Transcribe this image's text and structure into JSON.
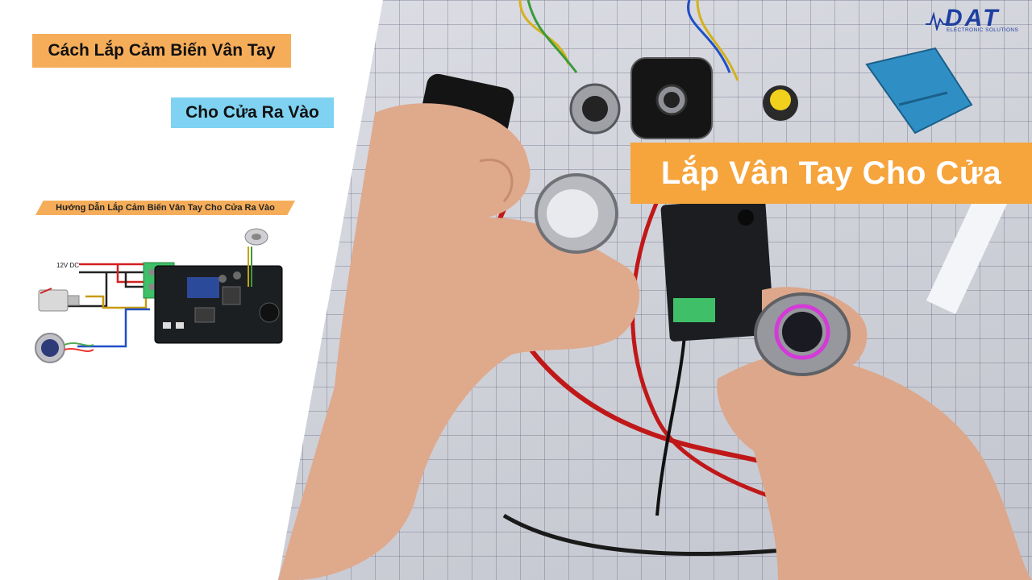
{
  "thumbnail": {
    "title_line_1": "Cách Lắp Cảm Biến Vân Tay",
    "title_line_2": "Cho Cửa Ra Vào",
    "guide_title": "Hướng Dẫn Lắp Cảm Biến Vân Tay Cho Cửa Ra Vào",
    "power_label": "12V DC",
    "banner_text": "Lắp Vân Tay Cho Cửa"
  },
  "logo": {
    "brand": "DAT",
    "subtitle": "ELECTRONIC SOLUTIONS"
  },
  "colors": {
    "orange_label": "#f6ad5a",
    "blue_label": "#7fd2f1",
    "banner": "#f6a43c",
    "logo_blue": "#1d3fa0"
  }
}
